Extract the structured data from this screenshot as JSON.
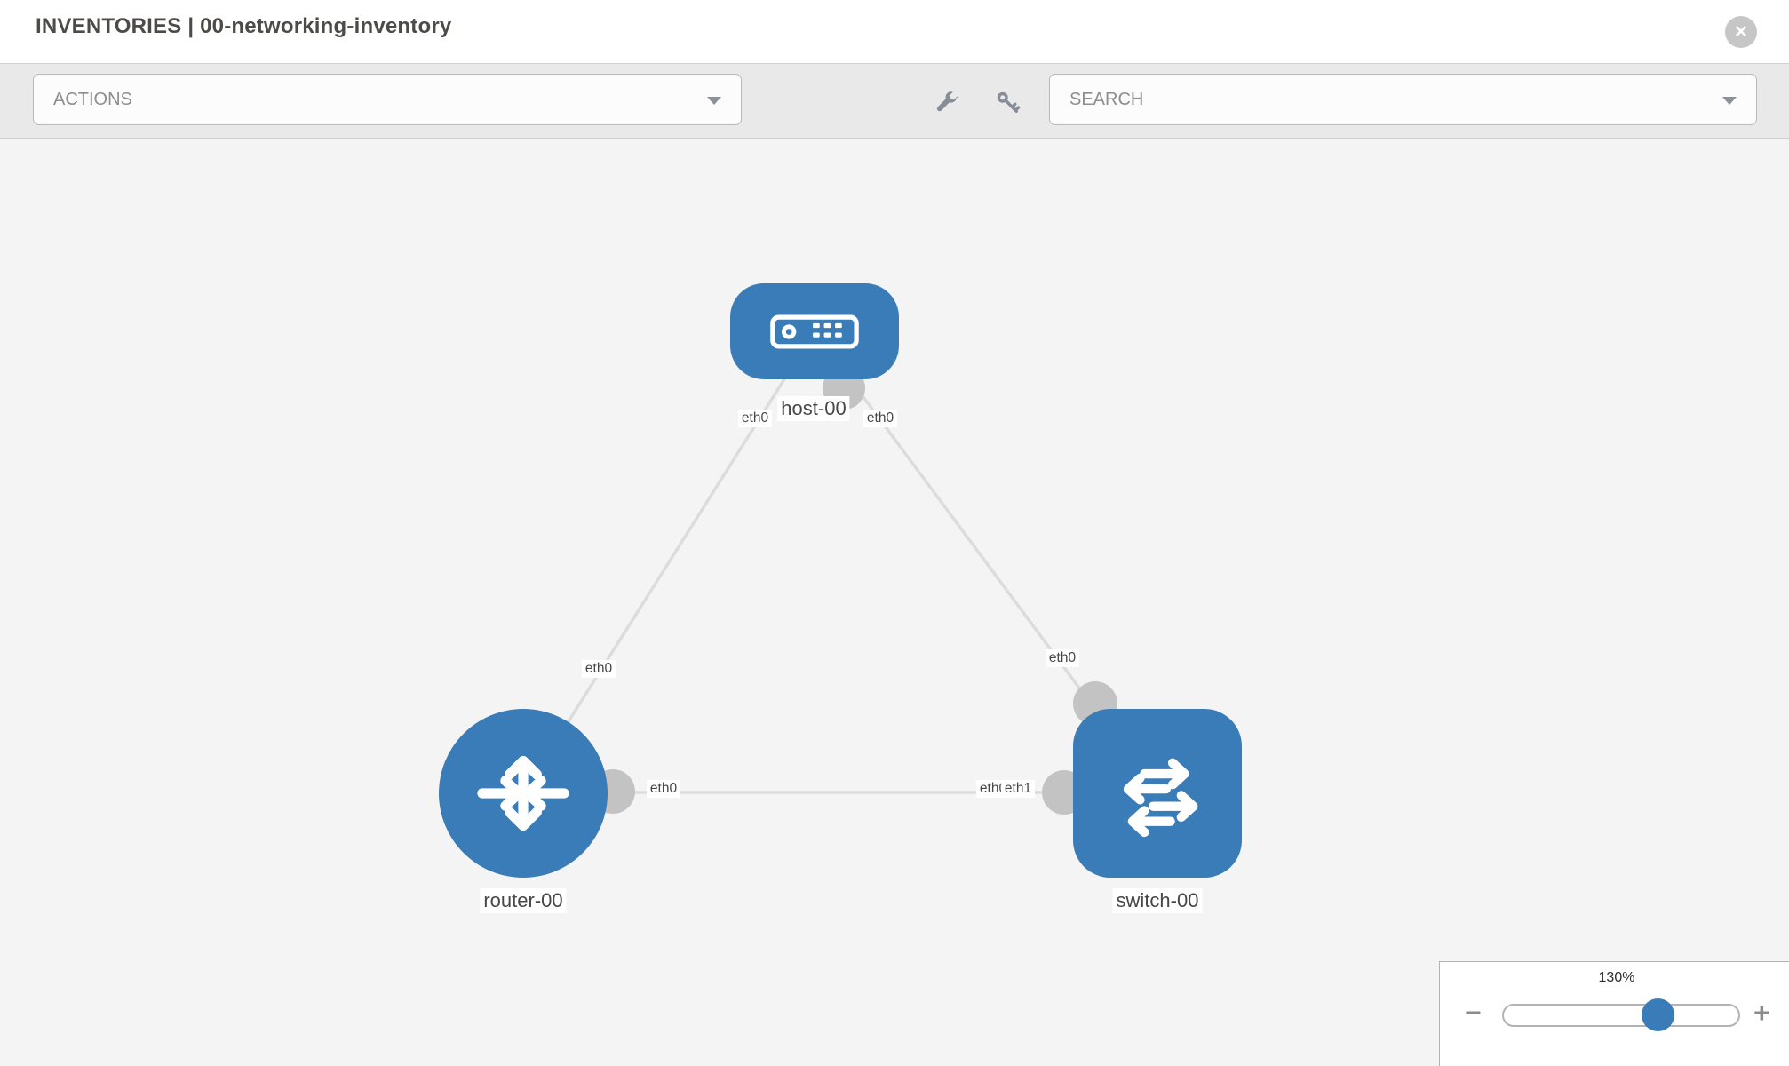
{
  "header": {
    "title": "INVENTORIES | 00-networking-inventory",
    "close_glyph": "✕"
  },
  "toolbar": {
    "actions_label": "ACTIONS",
    "search_placeholder": "SEARCH",
    "tool_icons": [
      "wrench",
      "key"
    ]
  },
  "graph": {
    "nodes": [
      {
        "id": "host-00",
        "type": "host",
        "label": "host-00"
      },
      {
        "id": "router-00",
        "type": "router",
        "label": "router-00"
      },
      {
        "id": "switch-00",
        "type": "switch",
        "label": "switch-00"
      }
    ],
    "edges": [
      {
        "from": "host-00",
        "from_iface": "eth0",
        "to": "router-00",
        "to_iface": "eth0"
      },
      {
        "from": "host-00",
        "from_iface": "eth0",
        "to": "switch-00",
        "to_iface": "eth0"
      },
      {
        "from": "router-00",
        "from_iface": "eth0",
        "to": "switch-00",
        "to_iface": "eth1"
      }
    ],
    "labels": {
      "host": "host-00",
      "router": "router-00",
      "switch": "switch-00",
      "edge1_host_iface": "eth0",
      "edge1_router_iface": "eth0",
      "edge2_host_iface": "eth0",
      "edge2_switch_iface": "eth0",
      "edge3_router_iface": "eth0",
      "edge3_switch_iface": "eth1",
      "edge3_switch_iface_under": "eth0"
    }
  },
  "zoom_control": {
    "value": "130%",
    "minus_glyph": "−",
    "plus_glyph": "+"
  },
  "colors": {
    "node_blue": "#3a7cb8",
    "edge_gray": "#dcdcdc",
    "endpoint_gray": "#c3c3c3",
    "toolbar_gray": "#e9e9e9",
    "canvas_gray": "#f4f4f4"
  }
}
